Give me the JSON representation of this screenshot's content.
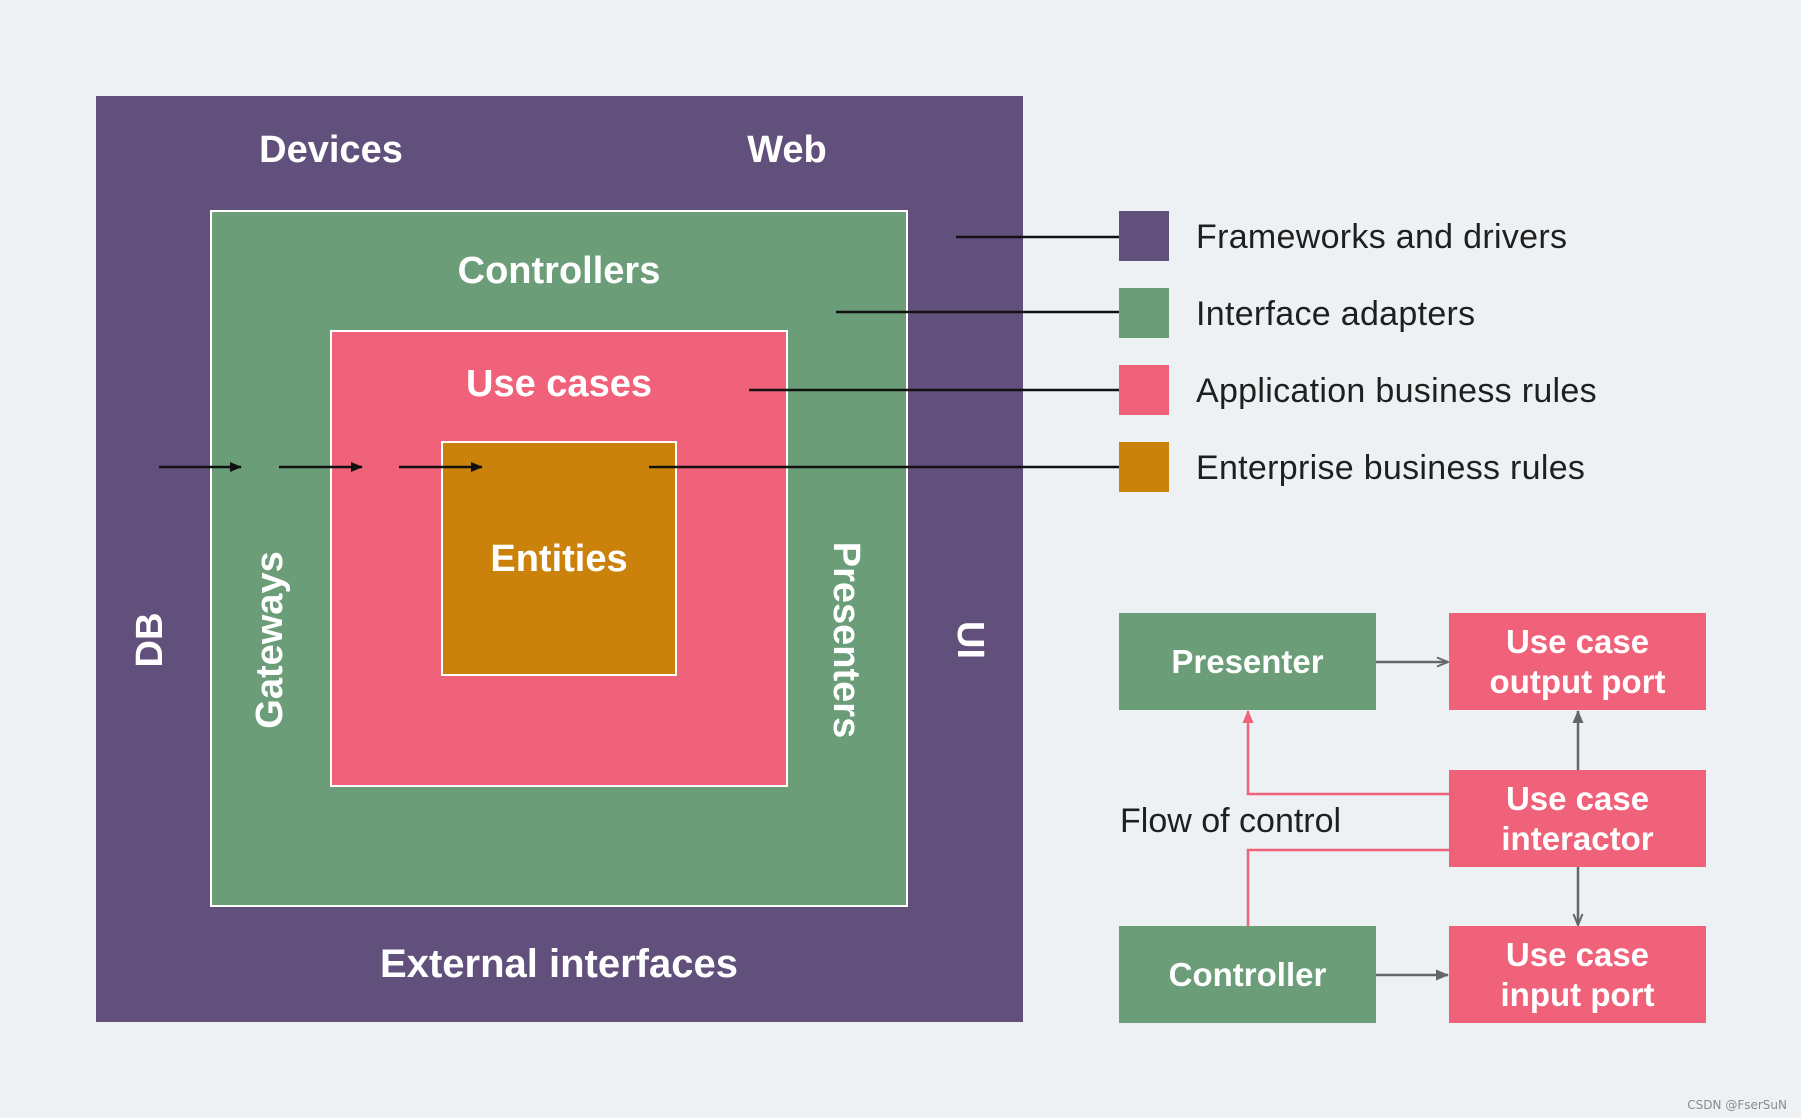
{
  "colors": {
    "background": "#eef1f4",
    "frameworks": "#62507c",
    "adapters": "#6b9d78",
    "use_cases": "#f0617a",
    "entities": "#cb820b",
    "line": "#111111",
    "flow_arrow": "#666666",
    "flow_control": "#f0617a"
  },
  "layers": {
    "outer": {
      "top_left": "Devices",
      "top_right": "Web",
      "left": "DB",
      "right": "UI",
      "bottom": "External interfaces"
    },
    "adapters": {
      "top": "Controllers",
      "left": "Gateways",
      "right": "Presenters"
    },
    "use_cases": {
      "top": "Use cases"
    },
    "entities": {
      "center": "Entities"
    }
  },
  "legend": [
    {
      "label": "Frameworks and drivers",
      "color": "#62507c"
    },
    {
      "label": "Interface adapters",
      "color": "#6b9d78"
    },
    {
      "label": "Application business rules",
      "color": "#f0617a"
    },
    {
      "label": "Enterprise business rules",
      "color": "#cb820b"
    }
  ],
  "flow": {
    "label": "Flow of control",
    "presenter": "Presenter",
    "controller": "Controller",
    "output_port": "Use case\noutput port",
    "interactor": "Use case\ninteractor",
    "input_port": "Use case\ninput port"
  },
  "watermark": "CSDN @FserSuN"
}
